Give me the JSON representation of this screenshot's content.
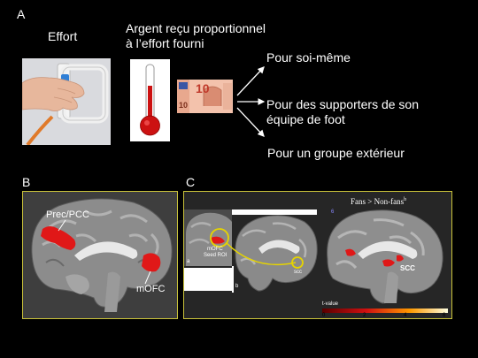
{
  "panel_a": {
    "letter": "A",
    "effort_label": "Effort",
    "money_label_line1": "Argent reçu proportionnel",
    "money_label_line2": "à l’effort fourni",
    "banknote_value": "10",
    "targets": [
      {
        "line1": "Pour soi-même",
        "line2": ""
      },
      {
        "line1": "Pour des supporters de son",
        "line2": "équipe de foot"
      },
      {
        "line1": "Pour un groupe extérieur",
        "line2": ""
      }
    ],
    "colors": {
      "thermometer": "#cc1111",
      "handle": "#2f7fd6",
      "arrow": "#ffffff"
    }
  },
  "panel_b": {
    "letter": "B",
    "labels": {
      "prec_pcc": "Prec/PCC",
      "mofc": "mOFC"
    },
    "colors": {
      "activation": "#e01818",
      "frame": "#c9c23a"
    }
  },
  "panel_c": {
    "letter": "C",
    "title": "Fans > Non-fans",
    "title_sup": "b",
    "inset_labels": {
      "a": "a",
      "b": "b",
      "seed_line1": "mOFC",
      "seed_line2": "Seed ROI",
      "scc_small": "scc",
      "scc_big": "SCC",
      "num6": "6"
    },
    "colorbar": {
      "label": "t-value",
      "ticks": [
        "0",
        "2",
        "4",
        "6"
      ]
    },
    "colors": {
      "activation": "#e01818",
      "roi_circle": "#e6d400"
    }
  }
}
